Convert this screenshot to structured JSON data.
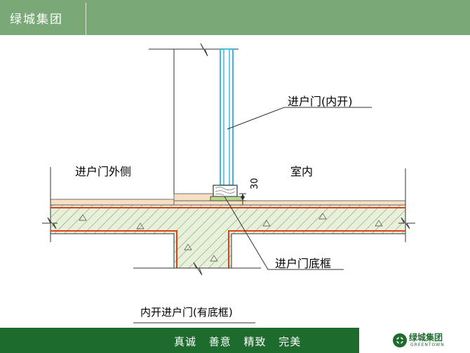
{
  "header": {
    "brand": "绿城集团"
  },
  "labels": {
    "door": "进户门(内开)",
    "outside": "进户门外侧",
    "inside": "室内",
    "dimension": "30",
    "frame": "进户门底框",
    "caption": "内开进户门(有底框)"
  },
  "footer": {
    "slogan": "真诚 善意 精致 完美",
    "logo_text": "绿城集团",
    "logo_sub": "GREENTOWN"
  },
  "colors": {
    "header_bg": "#7aa876",
    "footer_bg": "#1e6b2e",
    "slab_fill": "#e7f0d8",
    "screed_fill": "#f7dfc4",
    "rebar": "#e0401a",
    "glass": "#3fb7df"
  }
}
